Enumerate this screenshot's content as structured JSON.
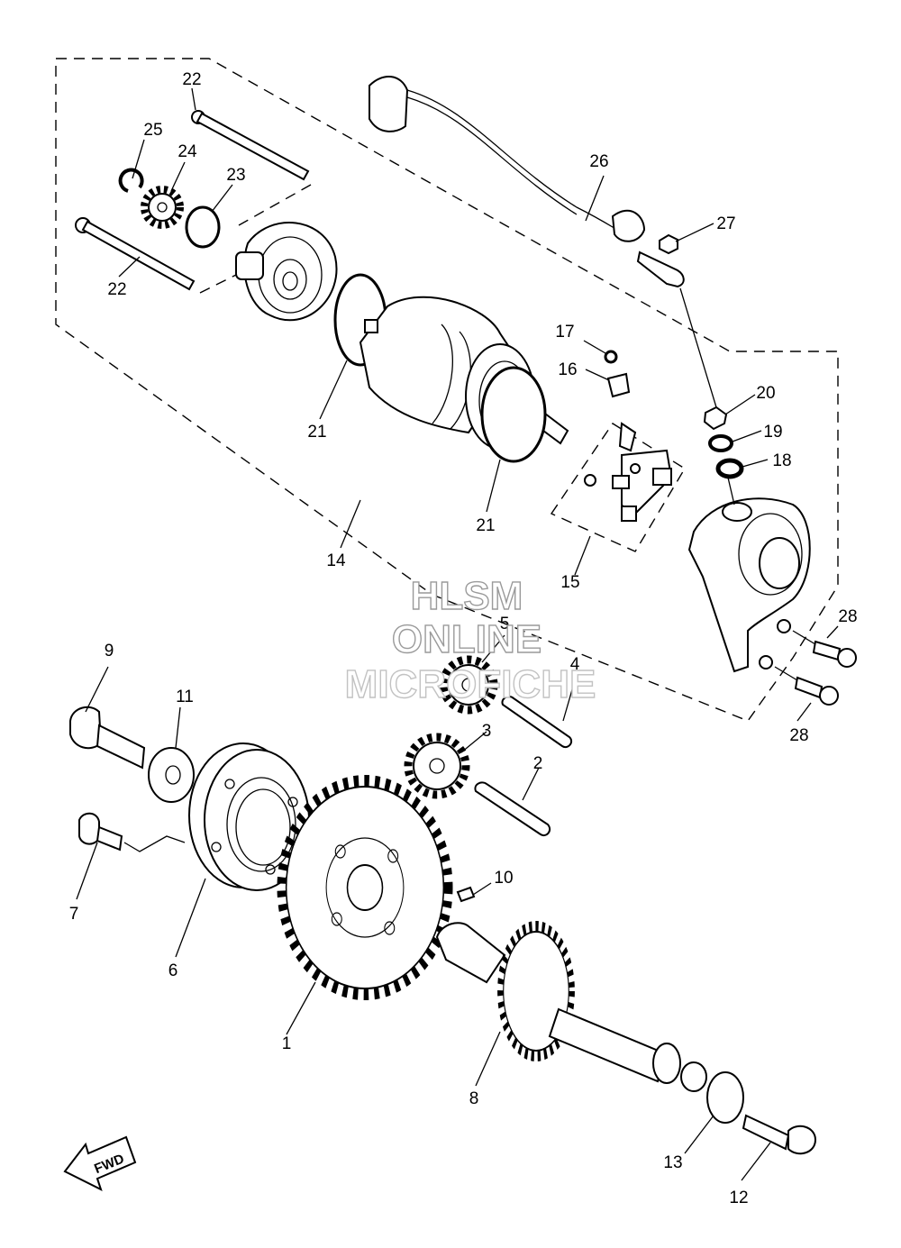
{
  "part_labels": {
    "p1": "1",
    "p2": "2",
    "p3": "3",
    "p4": "4",
    "p5": "5",
    "p6": "6",
    "p7": "7",
    "p8": "8",
    "p9": "9",
    "p10": "10",
    "p11": "11",
    "p12": "12",
    "p13": "13",
    "p14": "14",
    "p15": "15",
    "p16": "16",
    "p17": "17",
    "p18": "18",
    "p19": "19",
    "p20": "20",
    "p21a": "21",
    "p21b": "21",
    "p22a": "22",
    "p22b": "22",
    "p23": "23",
    "p24": "24",
    "p25": "25",
    "p26": "26",
    "p27": "27",
    "p28a": "28",
    "p28b": "28"
  },
  "watermark": {
    "line1": "HLSM",
    "line2": "ONLINE",
    "line3": "MICROFICHE"
  },
  "fwd_arrow": {
    "text": "FWD"
  }
}
